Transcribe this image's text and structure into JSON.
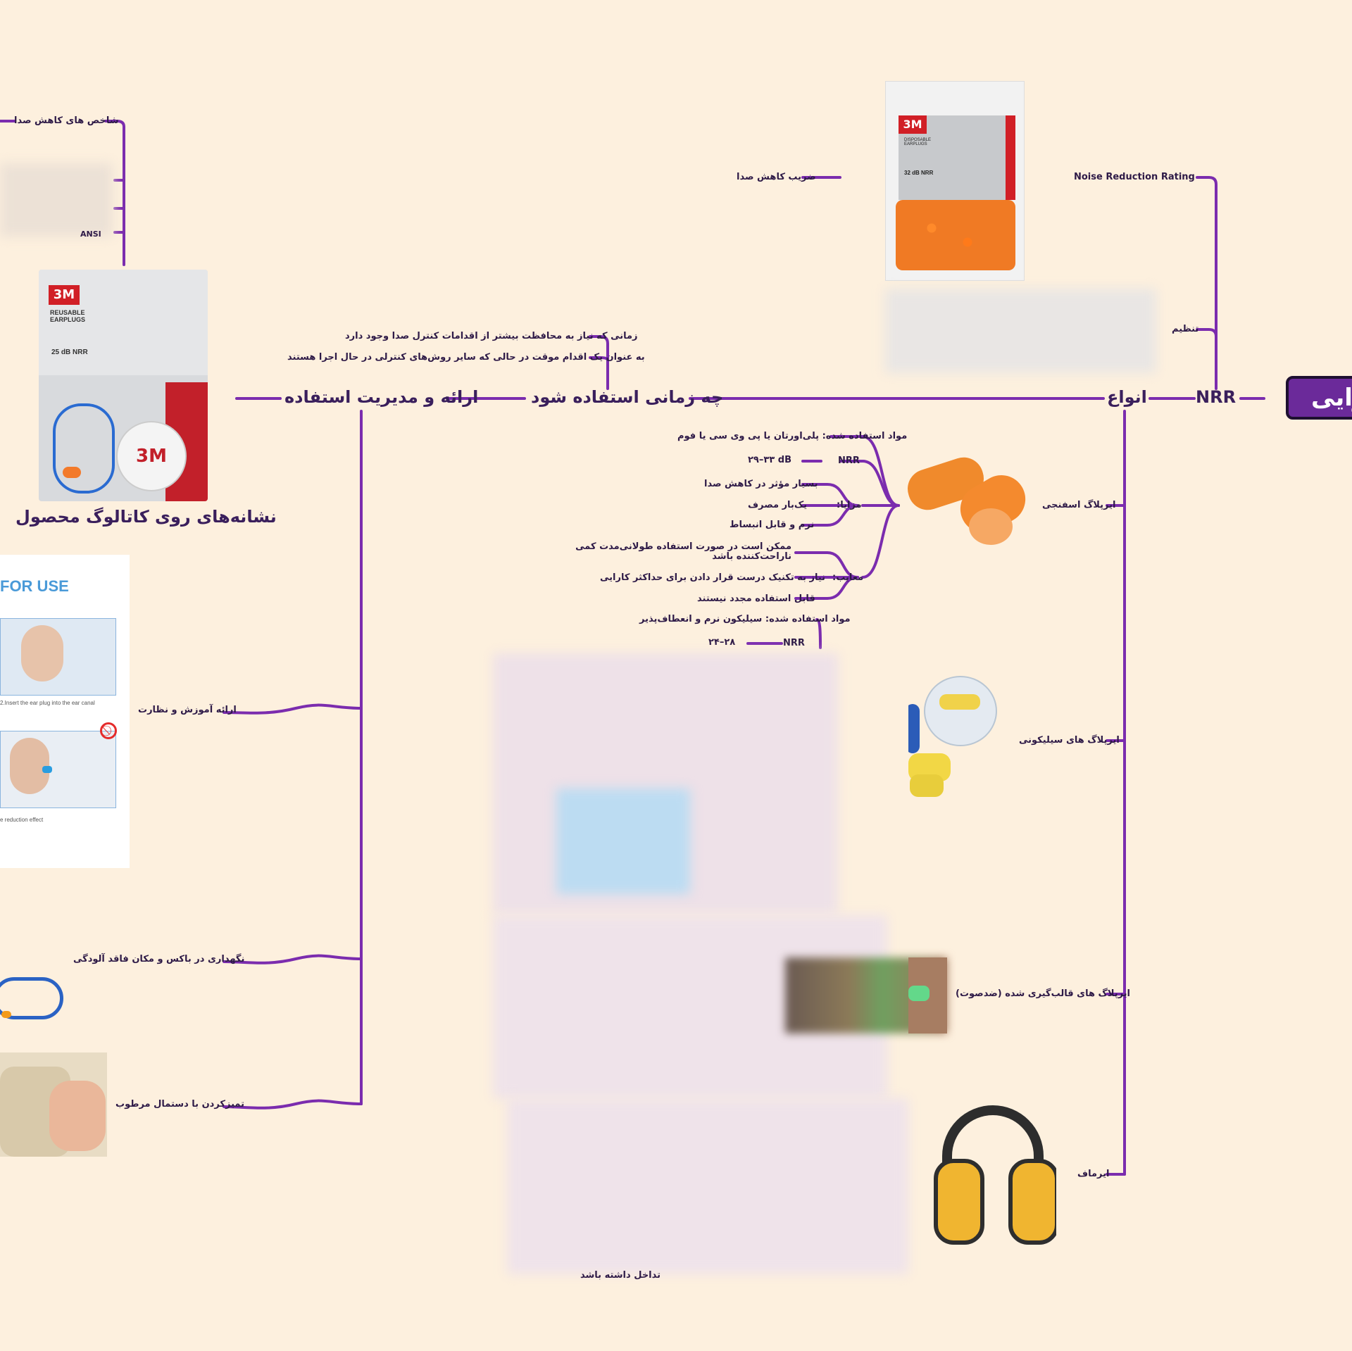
{
  "root": {
    "label": "وایی"
  },
  "main_branches": {
    "nrr": "NRR",
    "types": "انواع",
    "when": "چه زمانی استفاده شود",
    "management": "ارائه و مدیریت استفاده"
  },
  "nrr_branch": {
    "noise_reduction_rating": "Noise Reduction Rating",
    "coefficient": "ضریب کاهش صدا",
    "adjust": "تنظیم"
  },
  "when_branch": {
    "item1": "زمانی که نیاز به محافظت بیشتر از اقدامات کنترل صدا وجود دارد",
    "item2": "به عنوان یک اقدام موقت در حالی که سایر روش‌های کنترلی در حال اجرا هستند"
  },
  "catalog_branch": {
    "title": "نشانه‌های روی کاتالوگ محصول",
    "noise_index": "شاخص های کاهش صدا",
    "ansi": "ANSI"
  },
  "types_branch": {
    "foam": {
      "label": "ایرپلاگ اسفنجی",
      "material": "مواد استفاده شده: پلی‌اورتان یا پی وی سی یا فوم",
      "nrr_label": "NRR",
      "nrr_value": "۲۹–۳۳ dB",
      "pros_label": "مزایا:",
      "pros": [
        "بسیار مؤثر در کاهش صدا",
        "یک‌بار مصرف",
        "نرم و قابل انبساط"
      ],
      "cons_label": "معایب:",
      "cons": [
        "ممکن است در صورت استفاده طولانی‌مدت کمی ناراحت‌کننده باشد",
        "نیاز به تکنیک درست قرار دادن برای حداکثر کارایی",
        "قابل استفاده مجدد نیستند"
      ]
    },
    "silicone": {
      "label": "ایرپلاگ های سیلیکونی",
      "material": "مواد استفاده شده: سیلیکون نرم و انعطاف‌پذیر",
      "nrr_label": "NRR",
      "nrr_value": "۲۴–۲۸"
    },
    "molded": {
      "label": "ایرپلاگ های قالب‌گیری شده (ضدصوت)"
    },
    "earmuff": {
      "label": "ایرماف",
      "bottom_text": "تداخل داشته باشد"
    }
  },
  "management_branch": {
    "training": "ارائه آموزش و نظارت",
    "storage": "نگهداری در باکس و مکان فاقد آلودگی",
    "cleaning": "تمیزکردن با دستمال مرطوب"
  },
  "instructions_image": {
    "heading": "FOR USE",
    "caption1": "2.Insert the ear plug into the ear canal",
    "caption2": "e reduction effect"
  },
  "package_labels": {
    "brand": "3M",
    "disposable": "DISPOSABLE EARPLUGS",
    "reusable": "REUSABLE EARPLUGS",
    "nrr25": "25 dB NRR",
    "nrr32": "32 dB NRR"
  },
  "colors": {
    "branch": "#7b2cae",
    "root_fill": "#6b2a9a",
    "background": "#fdf0de",
    "text": "#2e1a47"
  }
}
